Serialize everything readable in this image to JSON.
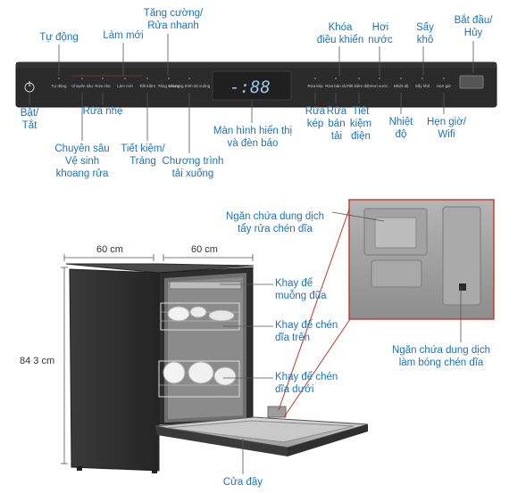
{
  "panel": {
    "display_digits": "-:88",
    "keys": [
      "Tự động",
      "Chuyên sâu",
      "Rửa nhẹ",
      "Làm mới",
      "Tiết kiệm",
      "Tăng cường",
      "Chương trình tải xuống",
      "Rửa kép",
      "Rửa bán tải",
      "Tiết kiệm điện",
      "Hơi nước",
      "Nhiệt độ",
      "Sấy khô",
      "Hẹn giờ"
    ]
  },
  "panel_labels_top": {
    "auto": "Tự động",
    "refresh": "Làm mới",
    "intensive_rapid": "Tăng cường/\nRửa nhanh",
    "lock": "Khóa\nđiều khiển",
    "steam": "Hơi\nnước",
    "dry": "Sấy\nkhô",
    "start_cancel": "Bắt đầu/\nHủy"
  },
  "panel_labels_bottom": {
    "power": "Bật/\nTắt",
    "intensive_clean": "Chuyên sâu\nVệ sinh\nkhoang rửa",
    "gentle": "Rửa nhẹ",
    "eco_rinse": "Tiết kiệm/\nTráng",
    "download": "Chương trình\ntải xuống",
    "display": "Màn hình hiển thị\nvà đèn báo",
    "dual_wash": "Rửa\nkép",
    "half_load": "Rửa\nbán\ntải",
    "energy_saver": "Tiết\nkiệm\nđiện",
    "temperature": "Nhiệt\nđộ",
    "timer_wifi": "Hẹn giờ/\nWifi"
  },
  "dimensions": {
    "width": "60 cm",
    "depth": "60 cm",
    "height": "84 3 cm"
  },
  "machine_labels": {
    "cutlery_tray": "Khay để\nmuỗng đũa",
    "upper_rack": "Khay để chén\ndĩa trên",
    "lower_rack": "Khay để chén\ndĩa dưới",
    "door": "Cửa đậy"
  },
  "dispenser_labels": {
    "detergent": "Ngăn chứa dung dịch\ntẩy rửa chén dĩa",
    "rinse_aid": "Ngăn chứa dung dịch\nlàm bóng chén dĩa"
  },
  "colors": {
    "label_blue": "#1e73b8",
    "panel_dark": "#2b2b2b",
    "leader_gray": "#555555",
    "accent_red": "#c0392b",
    "dispenser_gray": "#9a9a9a"
  }
}
